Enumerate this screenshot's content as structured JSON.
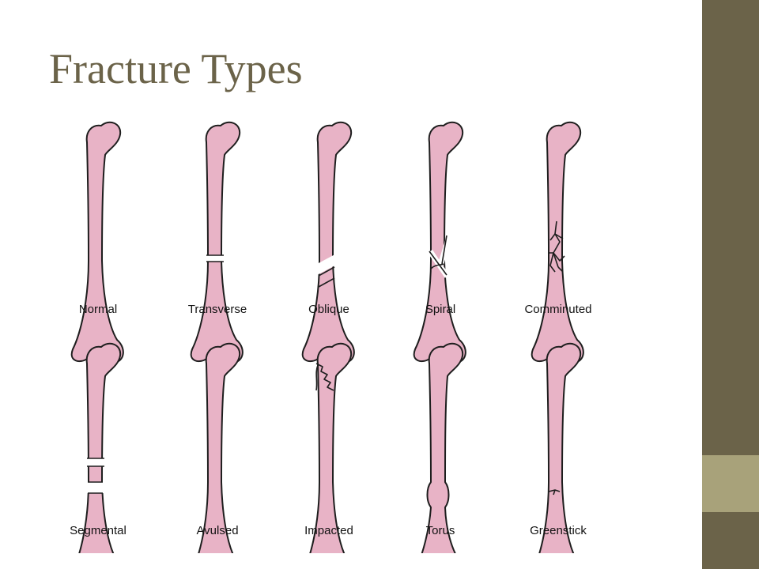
{
  "slide": {
    "title": "Fracture Types",
    "colors": {
      "title": "#6b6349",
      "sidebar": "#6b6349",
      "sidebar_accent": "#a8a27a",
      "bone": "#e8b3c6"
    }
  },
  "figure": {
    "rows": [
      {
        "bones": [
          {
            "type": "normal",
            "label": "Normal"
          },
          {
            "type": "transverse",
            "label": "Transverse"
          },
          {
            "type": "oblique",
            "label": "Oblique"
          },
          {
            "type": "spiral",
            "label": "Spiral"
          },
          {
            "type": "comminuted",
            "label": "Comminuted"
          }
        ]
      },
      {
        "bones": [
          {
            "type": "segmental",
            "label": "Segmental"
          },
          {
            "type": "avulsed",
            "label": "Avulsed"
          },
          {
            "type": "impacted",
            "label": "Impacted"
          },
          {
            "type": "torus",
            "label": "Torus"
          },
          {
            "type": "greenstick",
            "label": "Greenstick"
          }
        ]
      }
    ]
  }
}
